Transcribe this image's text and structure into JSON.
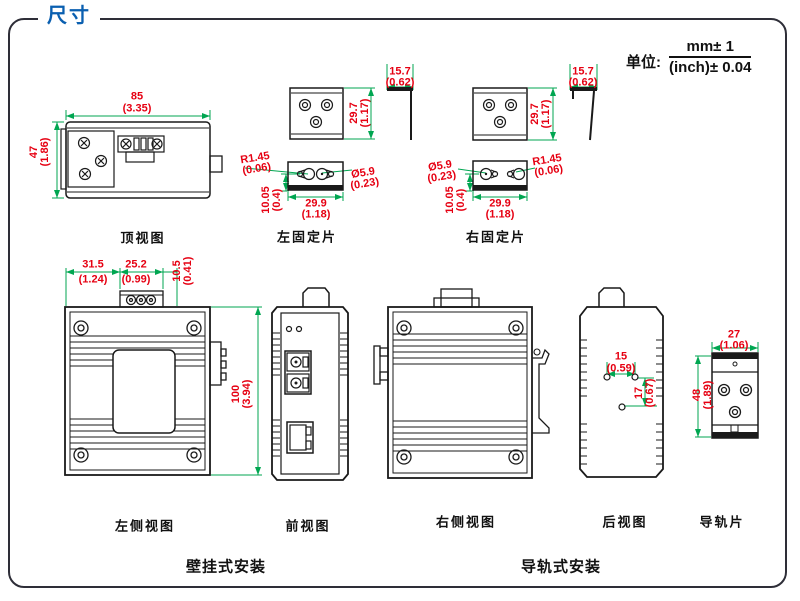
{
  "header": {
    "title": "尺寸"
  },
  "units": {
    "label": "单位:",
    "metric": "mm± 1",
    "imperial": "(inch)± 0.04"
  },
  "sections": {
    "wall_mount": "壁挂式安装",
    "din_mount": "导轨式安装"
  },
  "views": {
    "top": {
      "label": "顶视图",
      "width_mm": "85",
      "width_in": "(3.35)",
      "height_mm": "47",
      "height_in": "(1.86)"
    },
    "left_clip": {
      "label": "左固定片",
      "depth_mm": "15.7",
      "depth_in": "(0.62)",
      "plate_h_mm": "29.7",
      "plate_h_in": "(1.17)",
      "radius_mm": "R1.45",
      "radius_in": "(0.06)",
      "hole_mm": "Ø5.9",
      "hole_in": "(0.23)",
      "offset_mm": "10.05",
      "offset_in": "(0.4)",
      "width_mm": "29.9",
      "width_in": "(1.18)"
    },
    "right_clip": {
      "label": "右固定片",
      "depth_mm": "15.7",
      "depth_in": "(0.62)",
      "plate_h_mm": "29.7",
      "plate_h_in": "(1.17)",
      "radius_mm": "R1.45",
      "radius_in": "(0.06)",
      "hole_mm": "Ø5.9",
      "hole_in": "(0.23)",
      "offset_mm": "10.05",
      "offset_in": "(0.4)",
      "width_mm": "29.9",
      "width_in": "(1.18)"
    },
    "left_side": {
      "label": "左侧视图",
      "dim1_mm": "31.5",
      "dim1_in": "(1.24)",
      "dim2_mm": "25.2",
      "dim2_in": "(0.99)",
      "dim3_mm": "10.5",
      "dim3_in": "(0.41)",
      "height_mm": "100",
      "height_in": "(3.94)"
    },
    "front": {
      "label": "前视图"
    },
    "right_side": {
      "label": "右侧视图"
    },
    "rear": {
      "label": "后视图",
      "span_mm": "15",
      "span_in": "(0.59)",
      "drop_mm": "17",
      "drop_in": "(0.67)"
    },
    "rail_clip": {
      "label": "导轨片",
      "width_mm": "27",
      "width_in": "(1.06)",
      "height_mm": "48",
      "height_in": "(1.89)"
    }
  },
  "colors": {
    "accent_blue": "#0a5fb0",
    "dim_text_red": "#e60012",
    "dim_line_green": "#00a651",
    "drawing_black": "#1a1a1a"
  }
}
